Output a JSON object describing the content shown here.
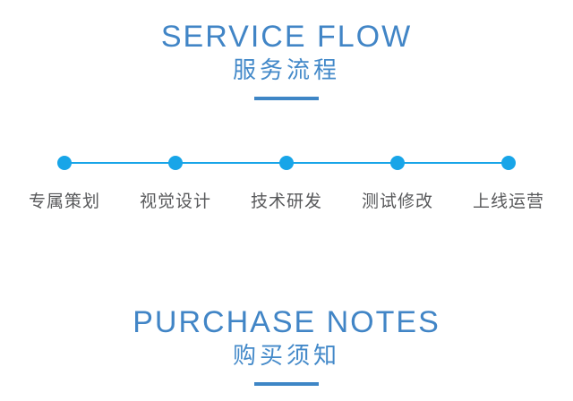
{
  "colors": {
    "title_blue": "#4185C6",
    "subtitle_blue": "#4389C9",
    "underline_blue": "#3E86C6",
    "accent_cyan": "#18A5E8",
    "label_gray": "#58595B",
    "background": "#FFFFFF"
  },
  "service_flow": {
    "title_en": "SERVICE FLOW",
    "title_zh": "服务流程",
    "steps": [
      {
        "label": "专属策划"
      },
      {
        "label": "视觉设计"
      },
      {
        "label": "技术研发"
      },
      {
        "label": "测试修改"
      },
      {
        "label": "上线运营"
      }
    ]
  },
  "purchase_notes": {
    "title_en": "PURCHASE NOTES",
    "title_zh": "购买须知"
  }
}
